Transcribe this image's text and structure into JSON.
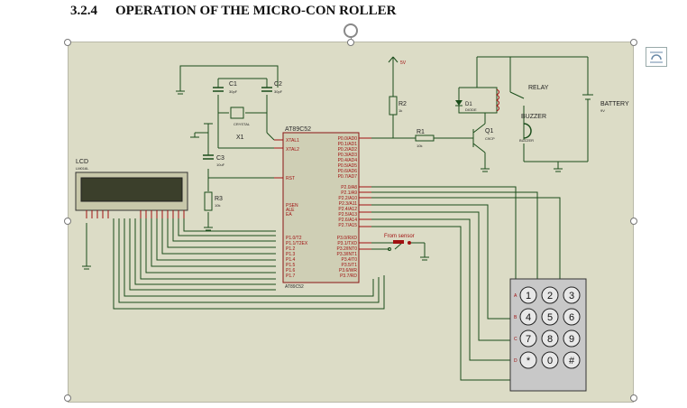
{
  "heading": {
    "number": "3.2.4",
    "title": "OPERATION OF THE MICRO-CON   ROLLER"
  },
  "schematic": {
    "c1": {
      "name": "C1",
      "value": "30pF"
    },
    "c2": {
      "name": "C2",
      "value": "30pF"
    },
    "c3": {
      "name": "C3",
      "value": "10uF"
    },
    "crystal": {
      "name": "X1",
      "value": "CRYSTAL"
    },
    "r3": {
      "name": "R3",
      "value": "10k"
    },
    "r2": {
      "name": "R2",
      "value": "1k"
    },
    "r1": {
      "name": "R1",
      "value": "10k"
    },
    "supply": "5V",
    "diode": {
      "name": "D1",
      "value": "DIODE"
    },
    "q1": {
      "name": "Q1",
      "value": "C9CP"
    },
    "relay": "RELAY",
    "buzzer": {
      "name": "BUZZER",
      "value": "BUZZER"
    },
    "battery": {
      "name": "BATTERY",
      "value": "9V"
    },
    "lcd": {
      "name": "LCD",
      "value": "LM016L"
    },
    "mcu": {
      "name": "AT89C52",
      "part": "AT89C52",
      "pins_left_top": [
        "XTAL1",
        "XTAL2",
        "RST"
      ],
      "pins_left_mid": [
        "PSEN",
        "ALE",
        "EA"
      ],
      "pins_left_bottom": [
        "P1.0/T2",
        "P1.1/T2EX",
        "P1.2",
        "P1.3",
        "P1.4",
        "P1.5",
        "P1.6",
        "P1.7"
      ],
      "pins_right_p0": [
        "P0.0/AD0",
        "P0.1/AD1",
        "P0.2/AD2",
        "P0.3/AD3",
        "P0.4/AD4",
        "P0.5/AD5",
        "P0.6/AD6",
        "P0.7/AD7"
      ],
      "pins_right_p2": [
        "P2.0/A8",
        "P2.1/A9",
        "P2.2/A10",
        "P2.3/A11",
        "P2.4/A12",
        "P2.5/A13",
        "P2.6/A14",
        "P2.7/A15"
      ],
      "pins_right_p3": [
        "P3.0/RXD",
        "P3.1/TXD",
        "P3.2/INT0",
        "P3.3/INT1",
        "P3.4/T0",
        "P3.5/T1",
        "P3.6/WR",
        "P3.7/RD"
      ]
    },
    "sensor_label": "From sensor",
    "keypad": {
      "row_labels": [
        "A",
        "B",
        "C",
        "D"
      ],
      "keys": [
        "1",
        "2",
        "3",
        "4",
        "5",
        "6",
        "7",
        "8",
        "9",
        "*",
        "0",
        "#"
      ]
    }
  }
}
